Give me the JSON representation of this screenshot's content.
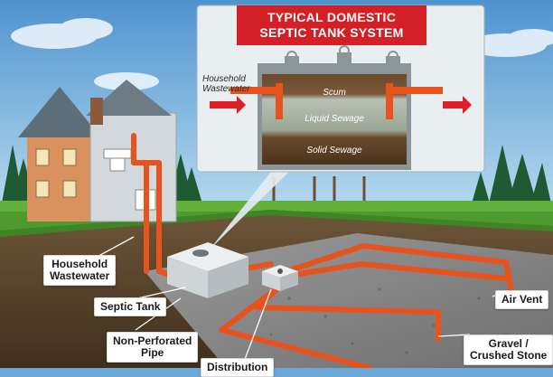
{
  "inset": {
    "title_line1": "TYPICAL DOMESTIC",
    "title_line2": "SEPTIC TANK SYSTEM",
    "inflow_line1": "Household",
    "inflow_line2": "Wastewater",
    "layer_top": "Scum",
    "layer_middle": "Liquid Sewage",
    "layer_bottom": "Solid Sewage"
  },
  "labels": {
    "household_line1": "Household",
    "household_line2": "Wastewater",
    "septic_tank": "Septic Tank",
    "non_perforated_line1": "Non-Perforated",
    "non_perforated_line2": "Pipe",
    "distribution": "Distribution",
    "air_vent": "Air Vent",
    "gravel_line1": "Gravel /",
    "gravel_line2": "Crushed Stone"
  },
  "colors": {
    "sky": "#6aa8d8",
    "grass": "#4f9a2e",
    "pipe": "#e8521c",
    "title_bar": "#d32027",
    "gravel": "#8c8c8c"
  }
}
